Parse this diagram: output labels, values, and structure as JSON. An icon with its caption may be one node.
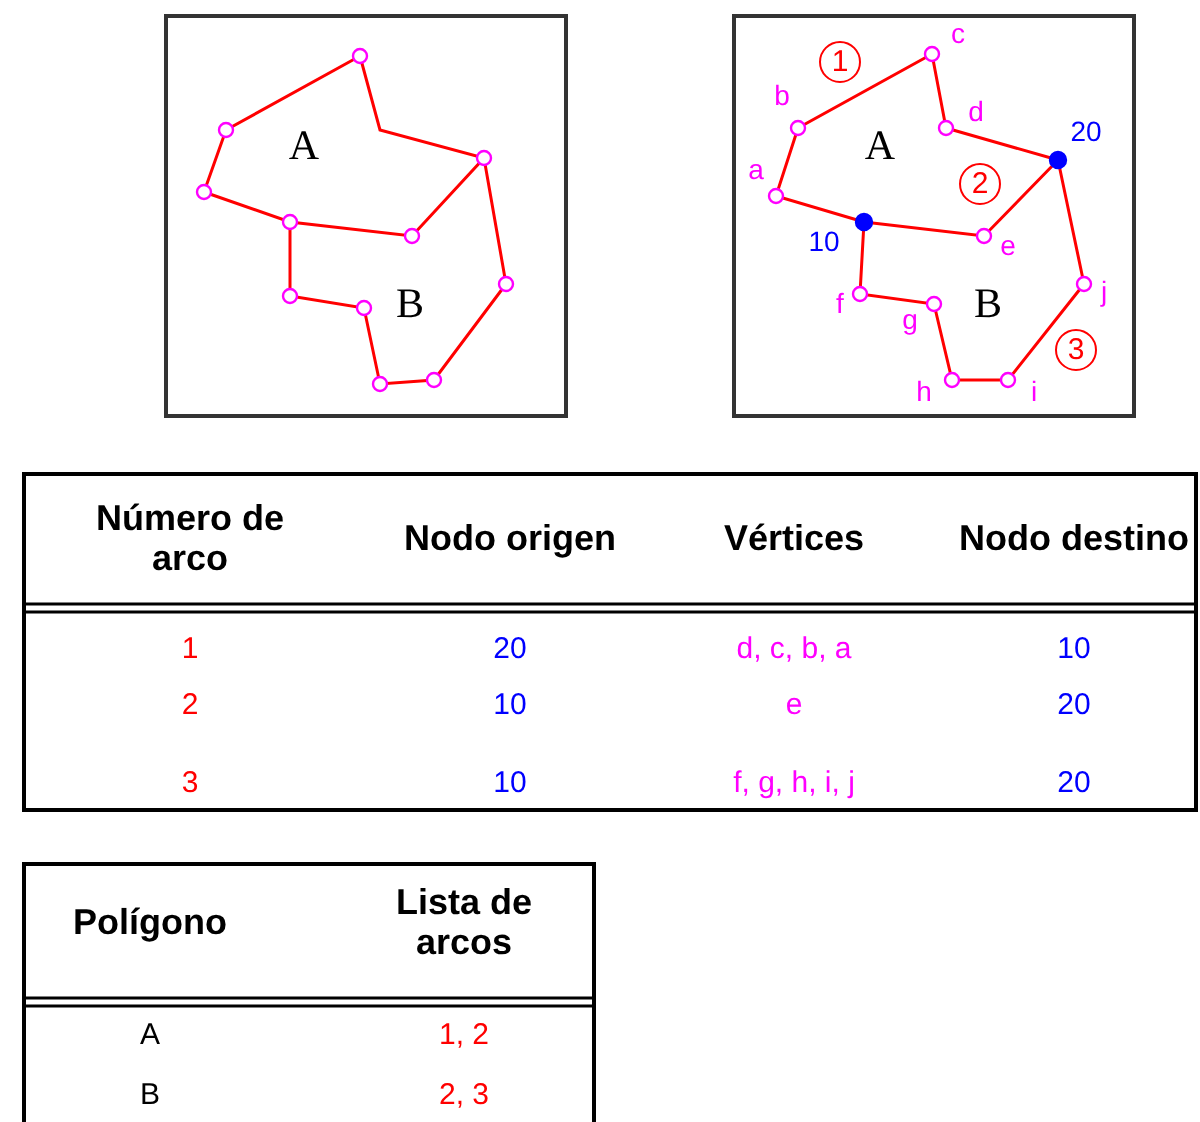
{
  "diagram": {
    "labels": [
      "A",
      "B",
      "1",
      "c",
      "b",
      "d",
      "20",
      "a",
      "A",
      "2",
      "10",
      "e",
      "f",
      "g",
      "B",
      "j",
      "3",
      "h",
      "i",
      "Número de arco",
      "Nodo origen",
      "Vértices",
      "Nodo destino",
      "1",
      "20",
      "d, c, b, a",
      "10",
      "2",
      "10",
      "e",
      "20",
      "3",
      "10",
      "f, g, h, i, j",
      "20",
      "Polígono",
      "Lista de arcos",
      "A",
      "1, 2",
      "B",
      "2, 3"
    ]
  }
}
